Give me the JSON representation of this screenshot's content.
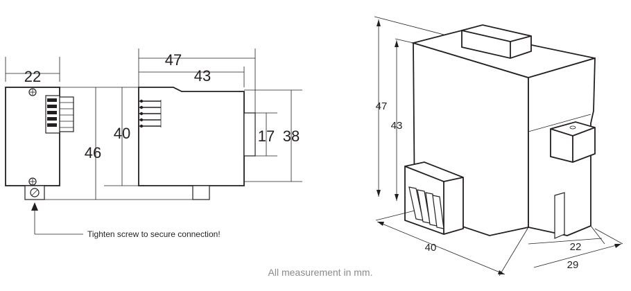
{
  "front_view": {
    "width_label": "22",
    "height_label": "46",
    "note": "Tighten screw to secure connection!"
  },
  "side_view": {
    "total_depth_label": "47",
    "body_depth_label": "43",
    "body_height_label": "40",
    "connector_height_label": "17",
    "overall_height_label": "38"
  },
  "iso_view": {
    "height_total_label": "47",
    "height_body_label": "43",
    "depth_label": "40",
    "width_label": "22",
    "width_total_label": "29"
  },
  "footer": "All measurement in mm."
}
